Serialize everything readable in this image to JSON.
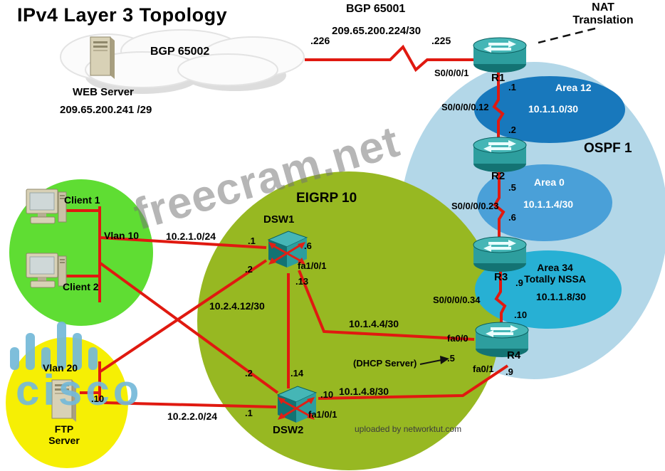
{
  "title": "IPv4 Layer 3 Topology",
  "header": {
    "bgp_as": "BGP 65001",
    "bgp_subnet": "209.65.200.224/30",
    "nat": "NAT\nTranslation"
  },
  "cloud": {
    "bgp_as": "BGP 65002",
    "server_name": "WEB Server",
    "server_ip": "209.65.200.241 /29",
    "if_cloud": ".226",
    "if_r1": ".225",
    "serial_port": "S0/0/0/1"
  },
  "ospf": {
    "label": "OSPF 1",
    "routers": [
      "R1",
      "R2",
      "R3",
      "R4"
    ],
    "area12": {
      "name": "Area 12",
      "subnet": "10.1.1.0/30",
      "serial": "S0/0/0/0.12",
      "if_top": ".1",
      "if_bottom": ".2"
    },
    "area0": {
      "name": "Area 0",
      "subnet": "10.1.1.4/30",
      "serial": "S0/0/0/0.23",
      "if_top": ".5",
      "if_bottom": ".6"
    },
    "area34": {
      "name": "Area 34\nTotally NSSA",
      "subnet": "10.1.1.8/30",
      "serial": "S0/0/0/0.34",
      "if_top": ".9",
      "if_bottom": ".10"
    },
    "r4": {
      "fa00": "fa0/0",
      "if_fa00": ".5",
      "dhcp_note": "(DHCP Server)",
      "fa01": "fa0/1",
      "if_fa01": ".9"
    }
  },
  "eigrp": {
    "label": "EIGRP 10",
    "dsw1": {
      "name": "DSW1",
      "port": "fa1/0/1",
      "if_vlan10": ".1",
      "if_vlan20": ".2",
      "if_r4": ".6",
      "if_dsw2": ".13"
    },
    "dsw2": {
      "name": "DSW2",
      "port": "fa1/0/1",
      "if_vlan10": ".2",
      "if_vlan20": ".1",
      "if_r4": ".10",
      "if_dsw1": ".14"
    },
    "links": {
      "vlan10_dsw1": "10.2.1.0/24",
      "dsw1_dsw2": "10.2.4.12/30",
      "dsw1_r4": "10.1.4.4/30",
      "dsw2_r4": "10.1.4.8/30",
      "vlan20_dsw2": "10.2.2.0/24"
    },
    "credit": "uploaded by networktut.com"
  },
  "vlan10": {
    "label": "Vlan 10",
    "client1": "Client 1",
    "client2": "Client 2"
  },
  "vlan20": {
    "label": "Vlan 20",
    "server": "FTP\nServer",
    "if_server": ".10"
  },
  "watermark": {
    "main": "freecram.net",
    "brand": "cisco"
  },
  "colors": {
    "link": "#e01910",
    "ospf_region": "#b3d7e8",
    "area12": "#1878bc",
    "area0": "#4aa0d8",
    "area34": "#27b0d4",
    "eigrp_region": "#97b822",
    "vlan10_region": "#5fdd33",
    "vlan20_region": "#f6ef04",
    "device_teal": "#2d9e9e",
    "brand_blue": "#74b9d9"
  }
}
